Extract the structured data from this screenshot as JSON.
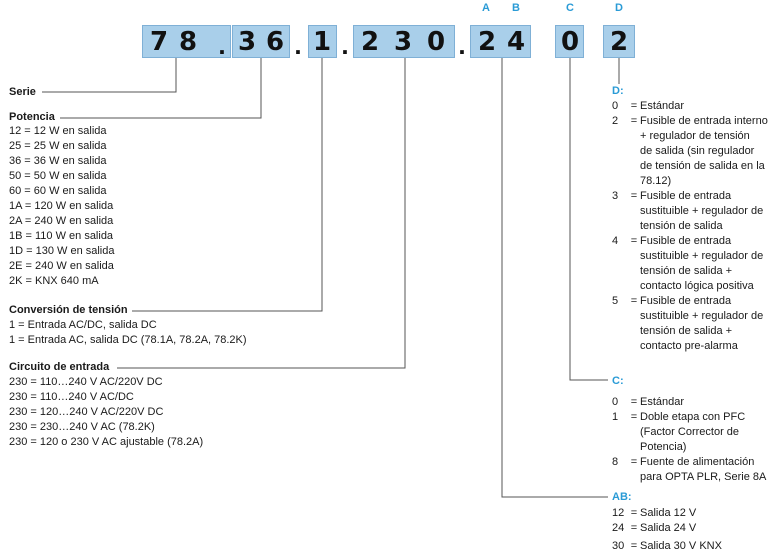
{
  "code": {
    "digits": [
      "7",
      "8",
      "3",
      "6",
      "1",
      "2",
      "3",
      "0",
      "2",
      "4",
      "0",
      "2"
    ],
    "separator": ".",
    "letters": {
      "a": "A",
      "b": "B",
      "c": "C",
      "d": "D"
    }
  },
  "serie": {
    "title": "Serie"
  },
  "potencia": {
    "title": "Potencia",
    "items": [
      "12 = 12 W en salida",
      "25 = 25 W en salida",
      "36 = 36 W en salida",
      "50 = 50 W en salida",
      "60 = 60 W en salida",
      "1A = 120 W en salida",
      "2A = 240 W en salida",
      "1B = 110 W en salida",
      "1D = 130 W en salida",
      "2E = 240 W en salida",
      "2K = KNX 640 mA"
    ]
  },
  "conversion": {
    "title": "Conversión de tensión",
    "items": [
      "1 = Entrada AC/DC, salida DC",
      "1 = Entrada AC, salida DC (78.1A, 78.2A, 78.2K)"
    ]
  },
  "circuito": {
    "title": "Circuito de entrada",
    "items": [
      "230 = 110…240 V AC/220V DC",
      "230 = 110…240 V AC/DC",
      "230 = 120…240 V AC/220V DC",
      "230 = 230…240 V AC (78.2K)",
      "230 = 120 o 230 V AC ajustable (78.2A)"
    ]
  },
  "d": {
    "title": "D:",
    "items": [
      {
        "key": "0",
        "eq": "=",
        "lines": [
          "Estándar"
        ]
      },
      {
        "key": "2",
        "eq": "=",
        "lines": [
          "Fusible de entrada interno",
          "+ regulador de tensión",
          "de salida (sin regulador",
          "de tensión de salida en la",
          "78.12)"
        ]
      },
      {
        "key": "3",
        "eq": "=",
        "lines": [
          "Fusible de entrada",
          "sustituible + regulador de",
          "tensión de salida"
        ]
      },
      {
        "key": "4",
        "eq": "=",
        "lines": [
          "Fusible de entrada",
          "sustituible + regulador de",
          "tensión de salida +",
          "contacto lógica positiva"
        ]
      },
      {
        "key": "5",
        "eq": "=",
        "lines": [
          "Fusible de entrada",
          "sustituible + regulador de",
          "tensión de salida +",
          "contacto pre-alarma"
        ]
      }
    ]
  },
  "c": {
    "title": "C:",
    "items": [
      {
        "key": "0",
        "eq": "=",
        "lines": [
          "Estándar"
        ]
      },
      {
        "key": "1",
        "eq": "=",
        "lines": [
          "Doble etapa con PFC",
          "(Factor Corrector de",
          "Potencia)"
        ]
      },
      {
        "key": "8",
        "eq": "=",
        "lines": [
          "Fuente de alimentación",
          "para OPTA PLR, Serie 8A"
        ]
      }
    ]
  },
  "ab": {
    "title": "AB:",
    "items": [
      {
        "key": "12",
        "eq": "=",
        "lines": [
          "Salida 12 V"
        ]
      },
      {
        "key": "24",
        "eq": "=",
        "lines": [
          "Salida 24 V"
        ]
      },
      {
        "key": "30",
        "eq": "=",
        "lines": [
          "Salida 30 V KNX"
        ]
      }
    ]
  }
}
